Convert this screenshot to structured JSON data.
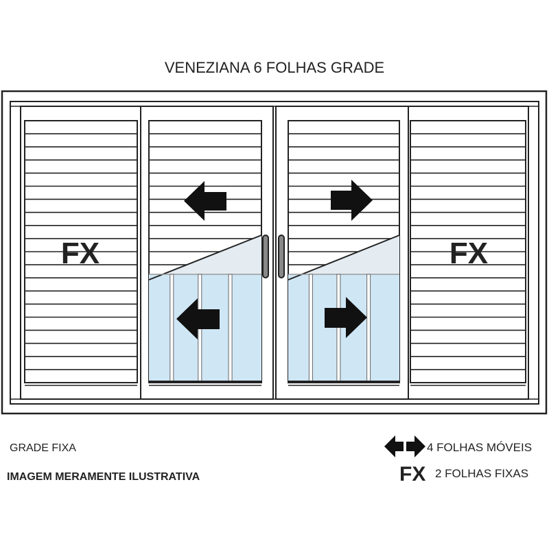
{
  "title": "VENEZIANA 6 FOLHAS GRADE",
  "panels": [
    {
      "type": "fixed",
      "label": "FX"
    },
    {
      "type": "sliding",
      "direction": "left",
      "glass": true
    },
    {
      "type": "sliding",
      "direction": "right",
      "glass": true
    },
    {
      "type": "fixed",
      "label": "FX"
    }
  ],
  "notes": {
    "grade": "GRADE FIXA",
    "disclaimer": "IMAGEM MERAMENTE ILUSTRATIVA"
  },
  "legend": {
    "moving_label": "4 FOLHAS MÓVEIS",
    "fixed_symbol": "FX",
    "fixed_label": "2 FOLHAS FIXAS"
  },
  "colors": {
    "line": "#222222",
    "glass": "#cfe6f5",
    "glass_light": "#e4ecf2"
  }
}
